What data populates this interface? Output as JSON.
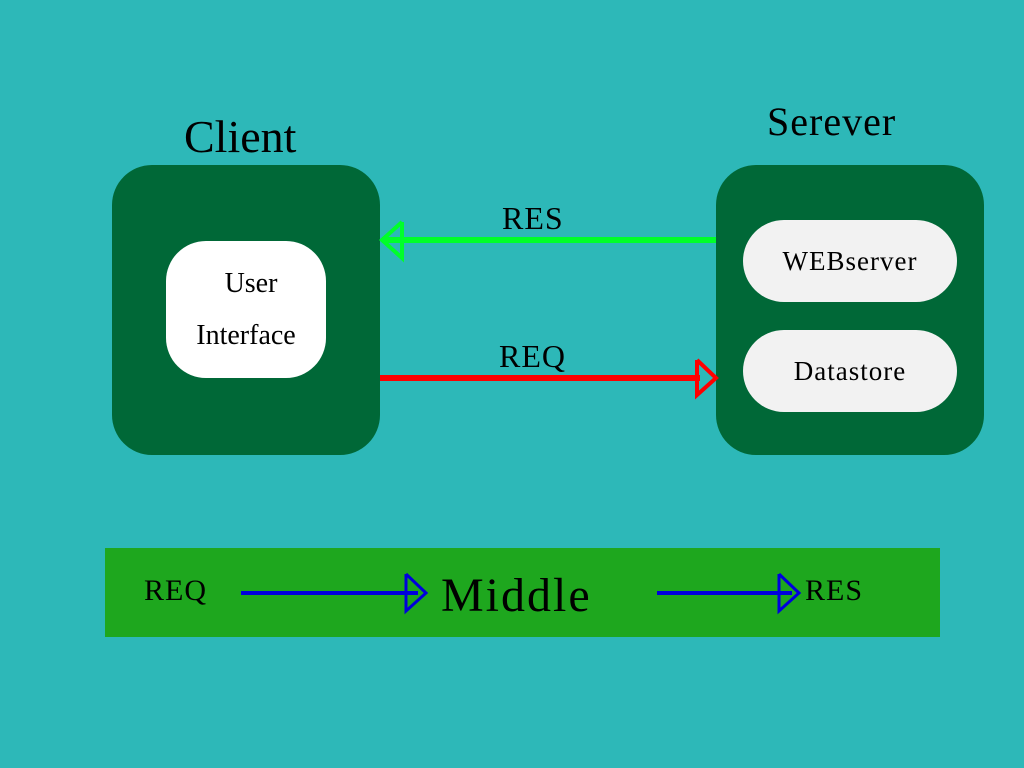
{
  "colors": {
    "background": "#2db8b8",
    "panel": "#006837",
    "band": "#1ea71e",
    "res_arrow": "#00ff2a",
    "req_arrow": "#ff0000",
    "middle_arrow": "#0000dd"
  },
  "client": {
    "title": "Client",
    "ui_line1": "User",
    "ui_line2": "Interface"
  },
  "server": {
    "title": "Serever",
    "webserver": "WEBserver",
    "datastore": "Datastore"
  },
  "arrows": {
    "res_label": "RES",
    "req_label": "REQ"
  },
  "middle": {
    "req": "REQ",
    "label": "Middle",
    "res": "RES"
  }
}
